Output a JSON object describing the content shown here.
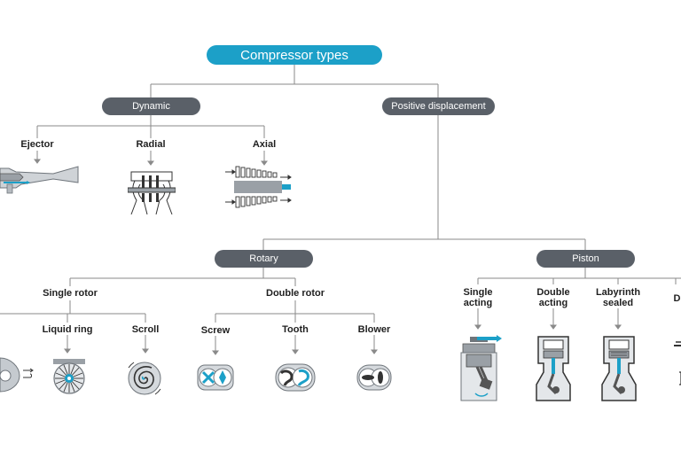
{
  "title": "Compressor types",
  "categories": {
    "dynamic": "Dynamic",
    "positive_displacement": "Positive displacement",
    "rotary": "Rotary",
    "piston": "Piston"
  },
  "dynamic_types": {
    "ejector": "Ejector",
    "radial": "Radial",
    "axial": "Axial"
  },
  "rotary_groups": {
    "single_rotor": "Single rotor",
    "double_rotor": "Double rotor"
  },
  "single_rotor_types": {
    "liquid_ring": "Liquid ring",
    "scroll": "Scroll"
  },
  "double_rotor_types": {
    "screw": "Screw",
    "tooth": "Tooth",
    "blower": "Blower"
  },
  "piston_types": {
    "single_acting_1": "Single",
    "single_acting_2": "acting",
    "double_acting_1": "Double",
    "double_acting_2": "acting",
    "labyrinth_1": "Labyrinth",
    "labyrinth_2": "sealed",
    "diaphragm_partial": "Di"
  },
  "colors": {
    "accent": "#1ca0c8",
    "pill": "#5a6068",
    "line": "#8a8a8a",
    "icon_gray": "#9aa0a6",
    "icon_blue": "#1ca0c8"
  }
}
